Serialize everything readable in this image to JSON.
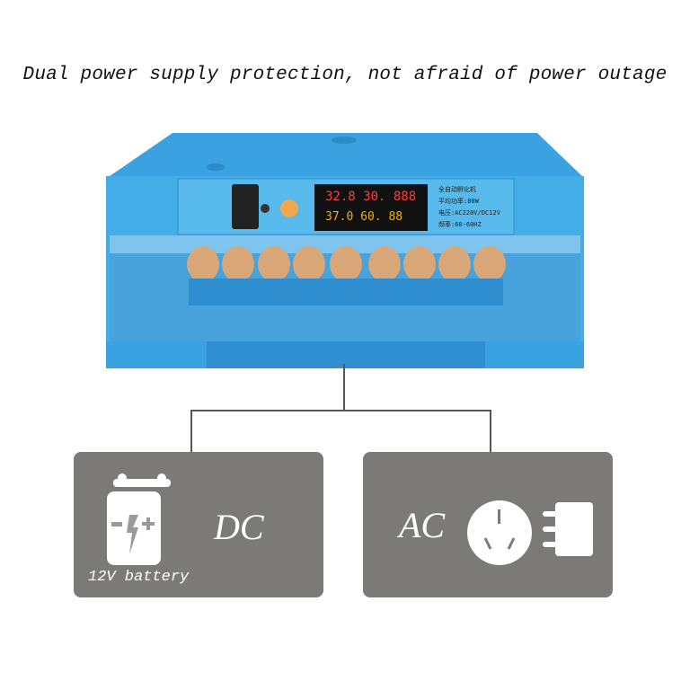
{
  "headline": "Dual power supply protection, not afraid of power outage",
  "device_panel": {
    "display_top": "32.8 30. 888",
    "display_bottom": "37.0 60. 88",
    "labels": [
      "全自动孵化机",
      "平均功率:80W",
      "电压:AC220V/DC12V",
      "频率:60-60HZ"
    ]
  },
  "dc_box": {
    "label": "DC",
    "caption": "12V battery",
    "icon": "battery-icon"
  },
  "ac_box": {
    "label": "AC",
    "icons": [
      "power-socket-icon",
      "plug-icon"
    ]
  },
  "colors": {
    "device_blue": "#3fa9e6",
    "box_gray": "#7b7a78",
    "egg": "#d9a777"
  }
}
